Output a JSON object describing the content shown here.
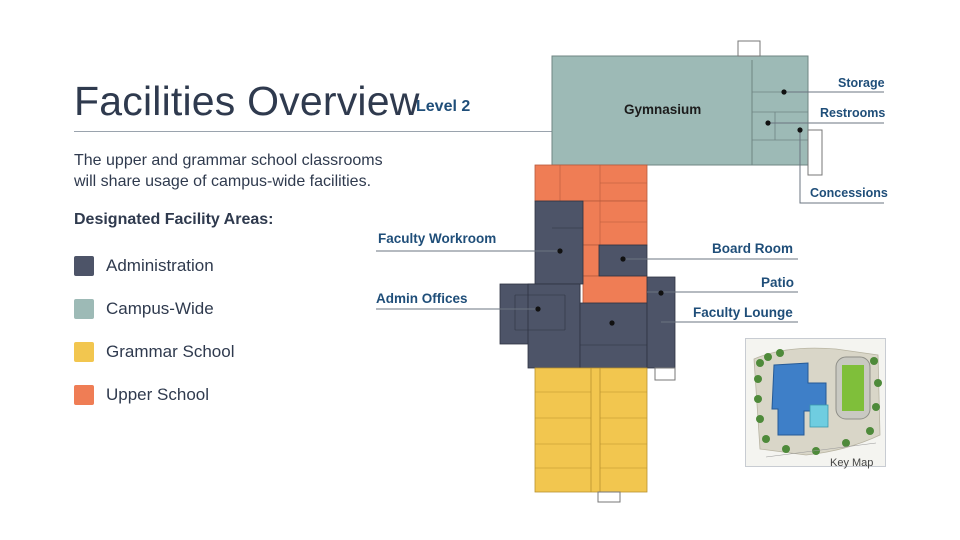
{
  "header": {
    "title": "Facilities Overview",
    "level": "Level 2"
  },
  "description": [
    "The upper and grammar school classrooms",
    "will share usage of campus-wide facilities."
  ],
  "legend": {
    "title": "Designated Facility Areas:",
    "items": [
      {
        "label": "Administration",
        "color": "#4d5468"
      },
      {
        "label": "Campus-Wide",
        "color": "#9dbab6"
      },
      {
        "label": "Grammar School",
        "color": "#f2c64f"
      },
      {
        "label": "Upper School",
        "color": "#ef7d55"
      }
    ]
  },
  "floor_plan": {
    "rooms": {
      "gymnasium": "Gymnasium",
      "storage": "Storage",
      "restrooms": "Restrooms",
      "concessions": "Concessions",
      "faculty_workroom": "Faculty Workroom",
      "board_room": "Board Room",
      "patio": "Patio",
      "admin_offices": "Admin Offices",
      "faculty_lounge": "Faculty Lounge"
    }
  },
  "key_map": {
    "caption": "Key Map"
  }
}
